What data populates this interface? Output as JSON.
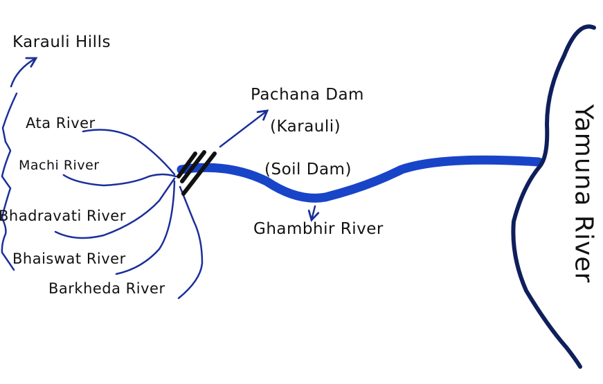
{
  "diagram": {
    "title": "Ghambhir River system",
    "colors": {
      "tributary": "#1a2f9a",
      "main_river": "#1844c8",
      "yamuna": "#0f1f5c",
      "dam": "#111111",
      "text": "#111111"
    },
    "labels": {
      "karauli_hills": "Karauli Hills",
      "ata_river": "Ata River",
      "machi_river": "Machi  River",
      "bhadravati_river": "Bhadravati  River",
      "bhaiswat_river": "Bhaiswat River",
      "barkheda_river": "Barkheda River",
      "pachana_dam": "Pachana Dam",
      "pachana_location": "(Karauli)",
      "soil_dam": "(Soil Dam)",
      "ghambhir_river": "Ghambhir River",
      "yamuna_river": "Yamuna River"
    },
    "relations": [
      {
        "from": "Tributaries",
        "to": "Karauli Hills",
        "type": "originate-in"
      },
      {
        "from": "Ata River",
        "to": "Pachana Dam",
        "type": "joins"
      },
      {
        "from": "Machi River",
        "to": "Pachana Dam",
        "type": "joins"
      },
      {
        "from": "Bhadravati River",
        "to": "Pachana Dam",
        "type": "joins"
      },
      {
        "from": "Bhaiswat River",
        "to": "Pachana Dam",
        "type": "joins"
      },
      {
        "from": "Barkheda River",
        "to": "Pachana Dam",
        "type": "joins"
      },
      {
        "from": "Pachana Dam",
        "to": "Ghambhir River",
        "type": "outflow"
      },
      {
        "from": "Ghambhir River",
        "to": "Yamuna River",
        "type": "joins"
      }
    ]
  }
}
